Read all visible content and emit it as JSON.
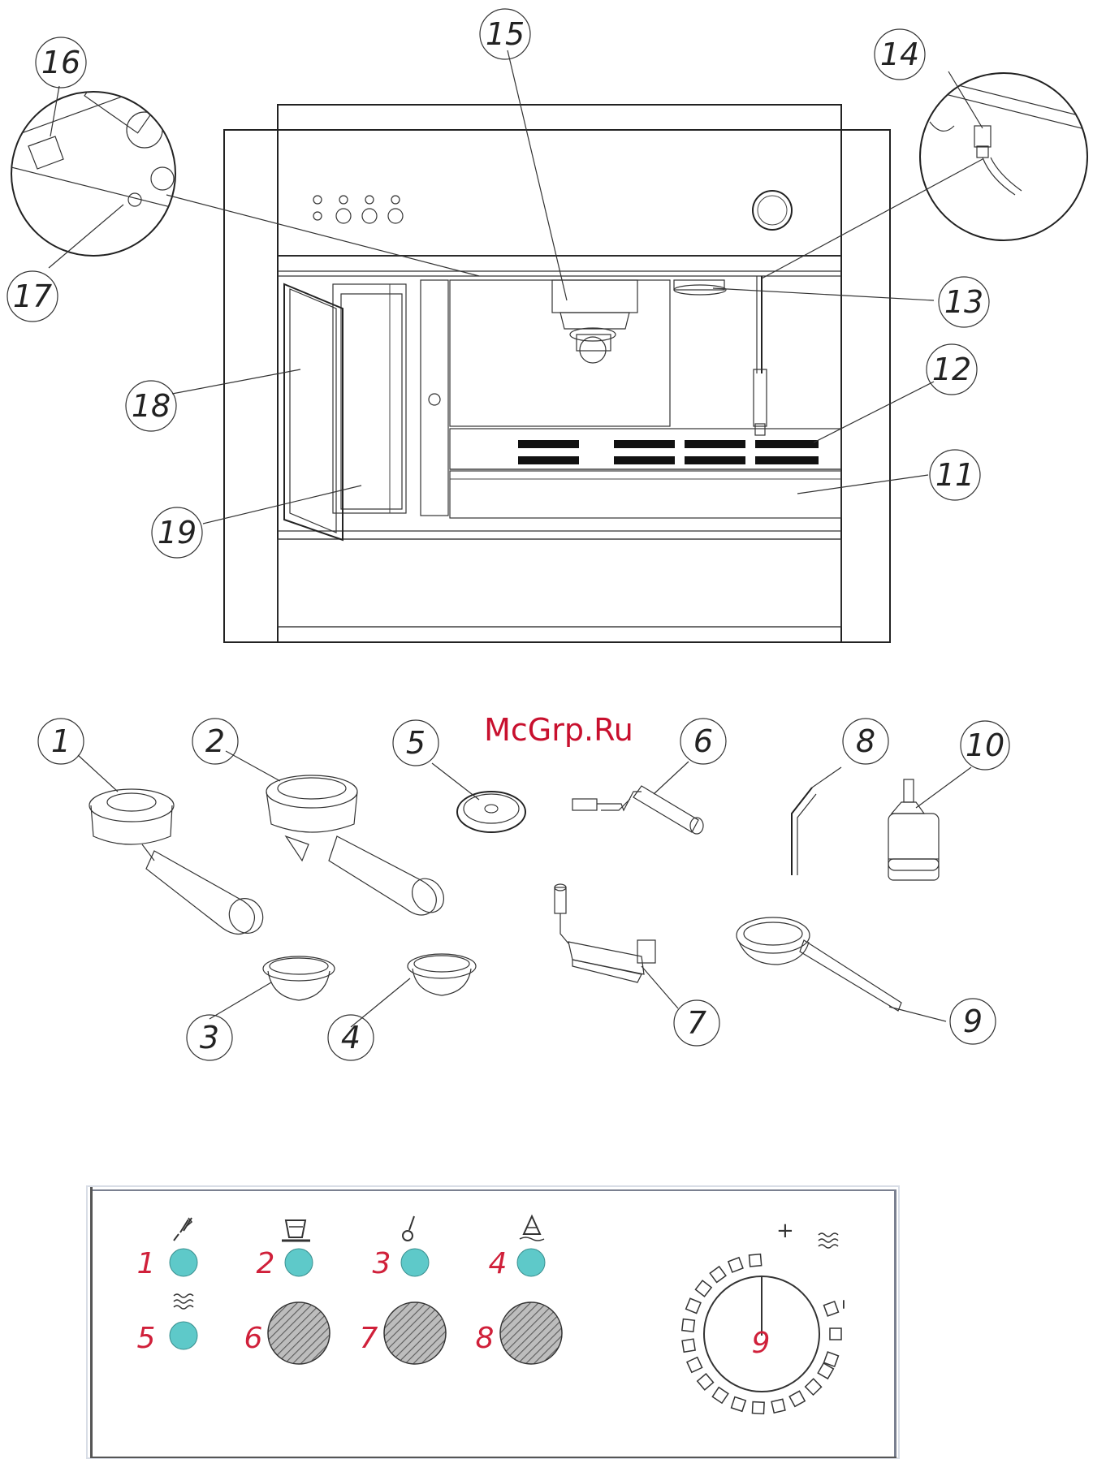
{
  "watermark": "McGrp.Ru",
  "machine_callouts": [
    "11",
    "12",
    "13",
    "14",
    "15",
    "16",
    "17",
    "18",
    "19"
  ],
  "accessory_callouts": [
    "1",
    "2",
    "3",
    "4",
    "5",
    "6",
    "7",
    "8",
    "9",
    "10"
  ],
  "panel": {
    "numbers": [
      "1",
      "2",
      "3",
      "4",
      "5",
      "6",
      "7",
      "8",
      "9"
    ],
    "dial_plus": "+",
    "dial_minus": "–",
    "colors": {
      "indicator": "#5ec9c9",
      "number": "#d0203a",
      "knob": "#888888"
    },
    "icons": [
      "steam-wand-icon",
      "cup-icon",
      "hot-water-icon",
      "heat-icon",
      "water-waves-icon"
    ]
  }
}
